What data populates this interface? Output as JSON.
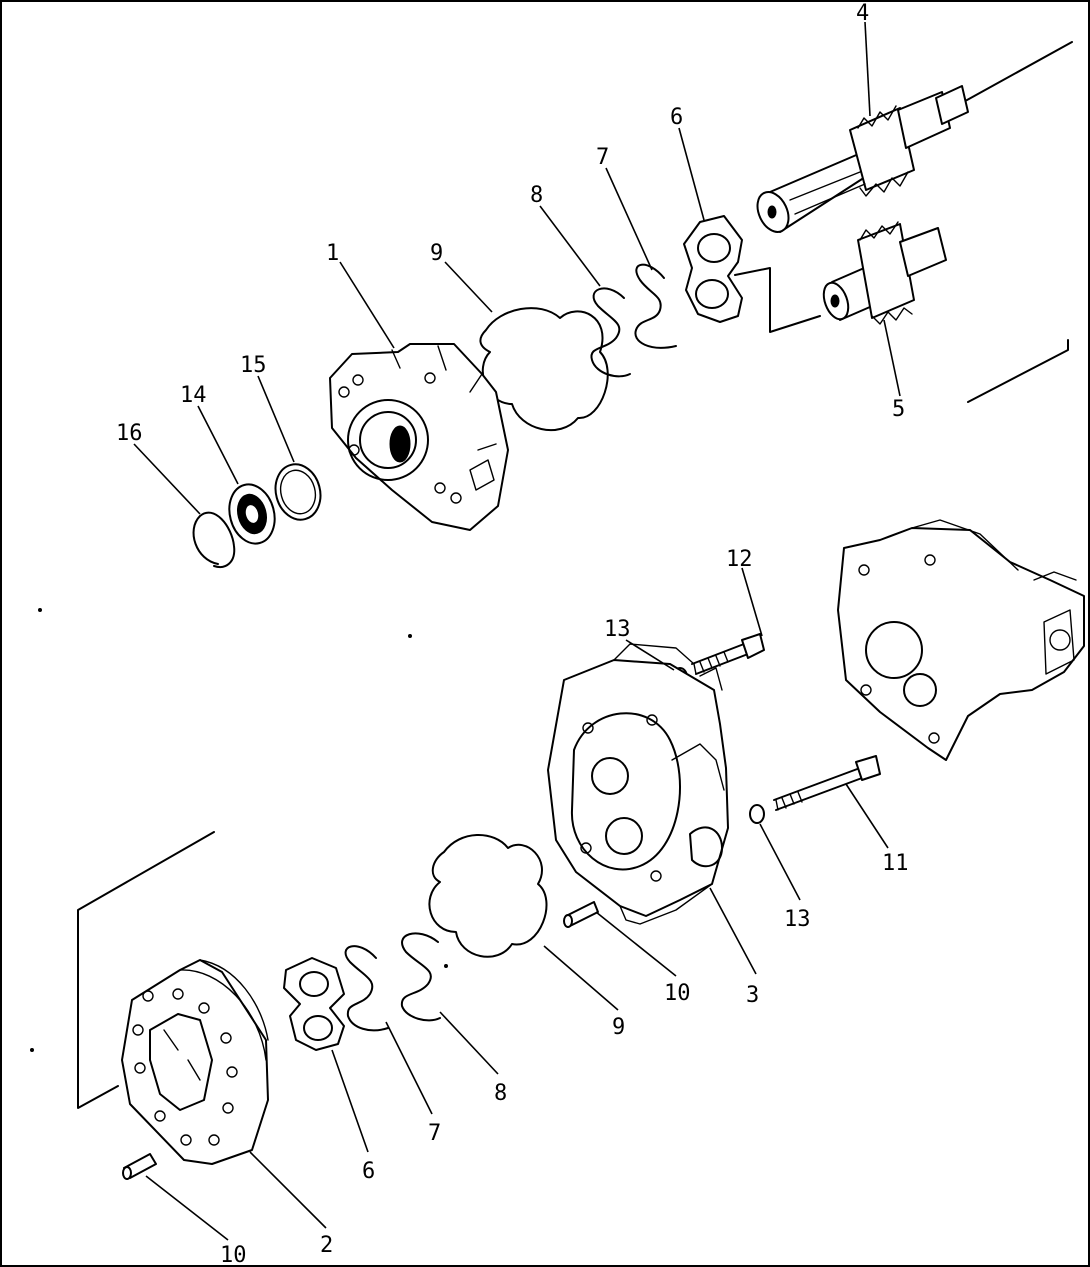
{
  "callouts": {
    "c1": "1",
    "c2": "2",
    "c3": "3",
    "c4": "4",
    "c5": "5",
    "c6_upper": "6",
    "c6_lower": "6",
    "c7_upper": "7",
    "c7_lower": "7",
    "c8_upper": "8",
    "c8_lower": "8",
    "c9_upper": "9",
    "c9_lower": "9",
    "c10_mid": "10",
    "c10_bottom": "10",
    "c11": "11",
    "c12": "12",
    "c13_upper": "13",
    "c13_lower": "13",
    "c14": "14",
    "c15": "15",
    "c16": "16"
  }
}
